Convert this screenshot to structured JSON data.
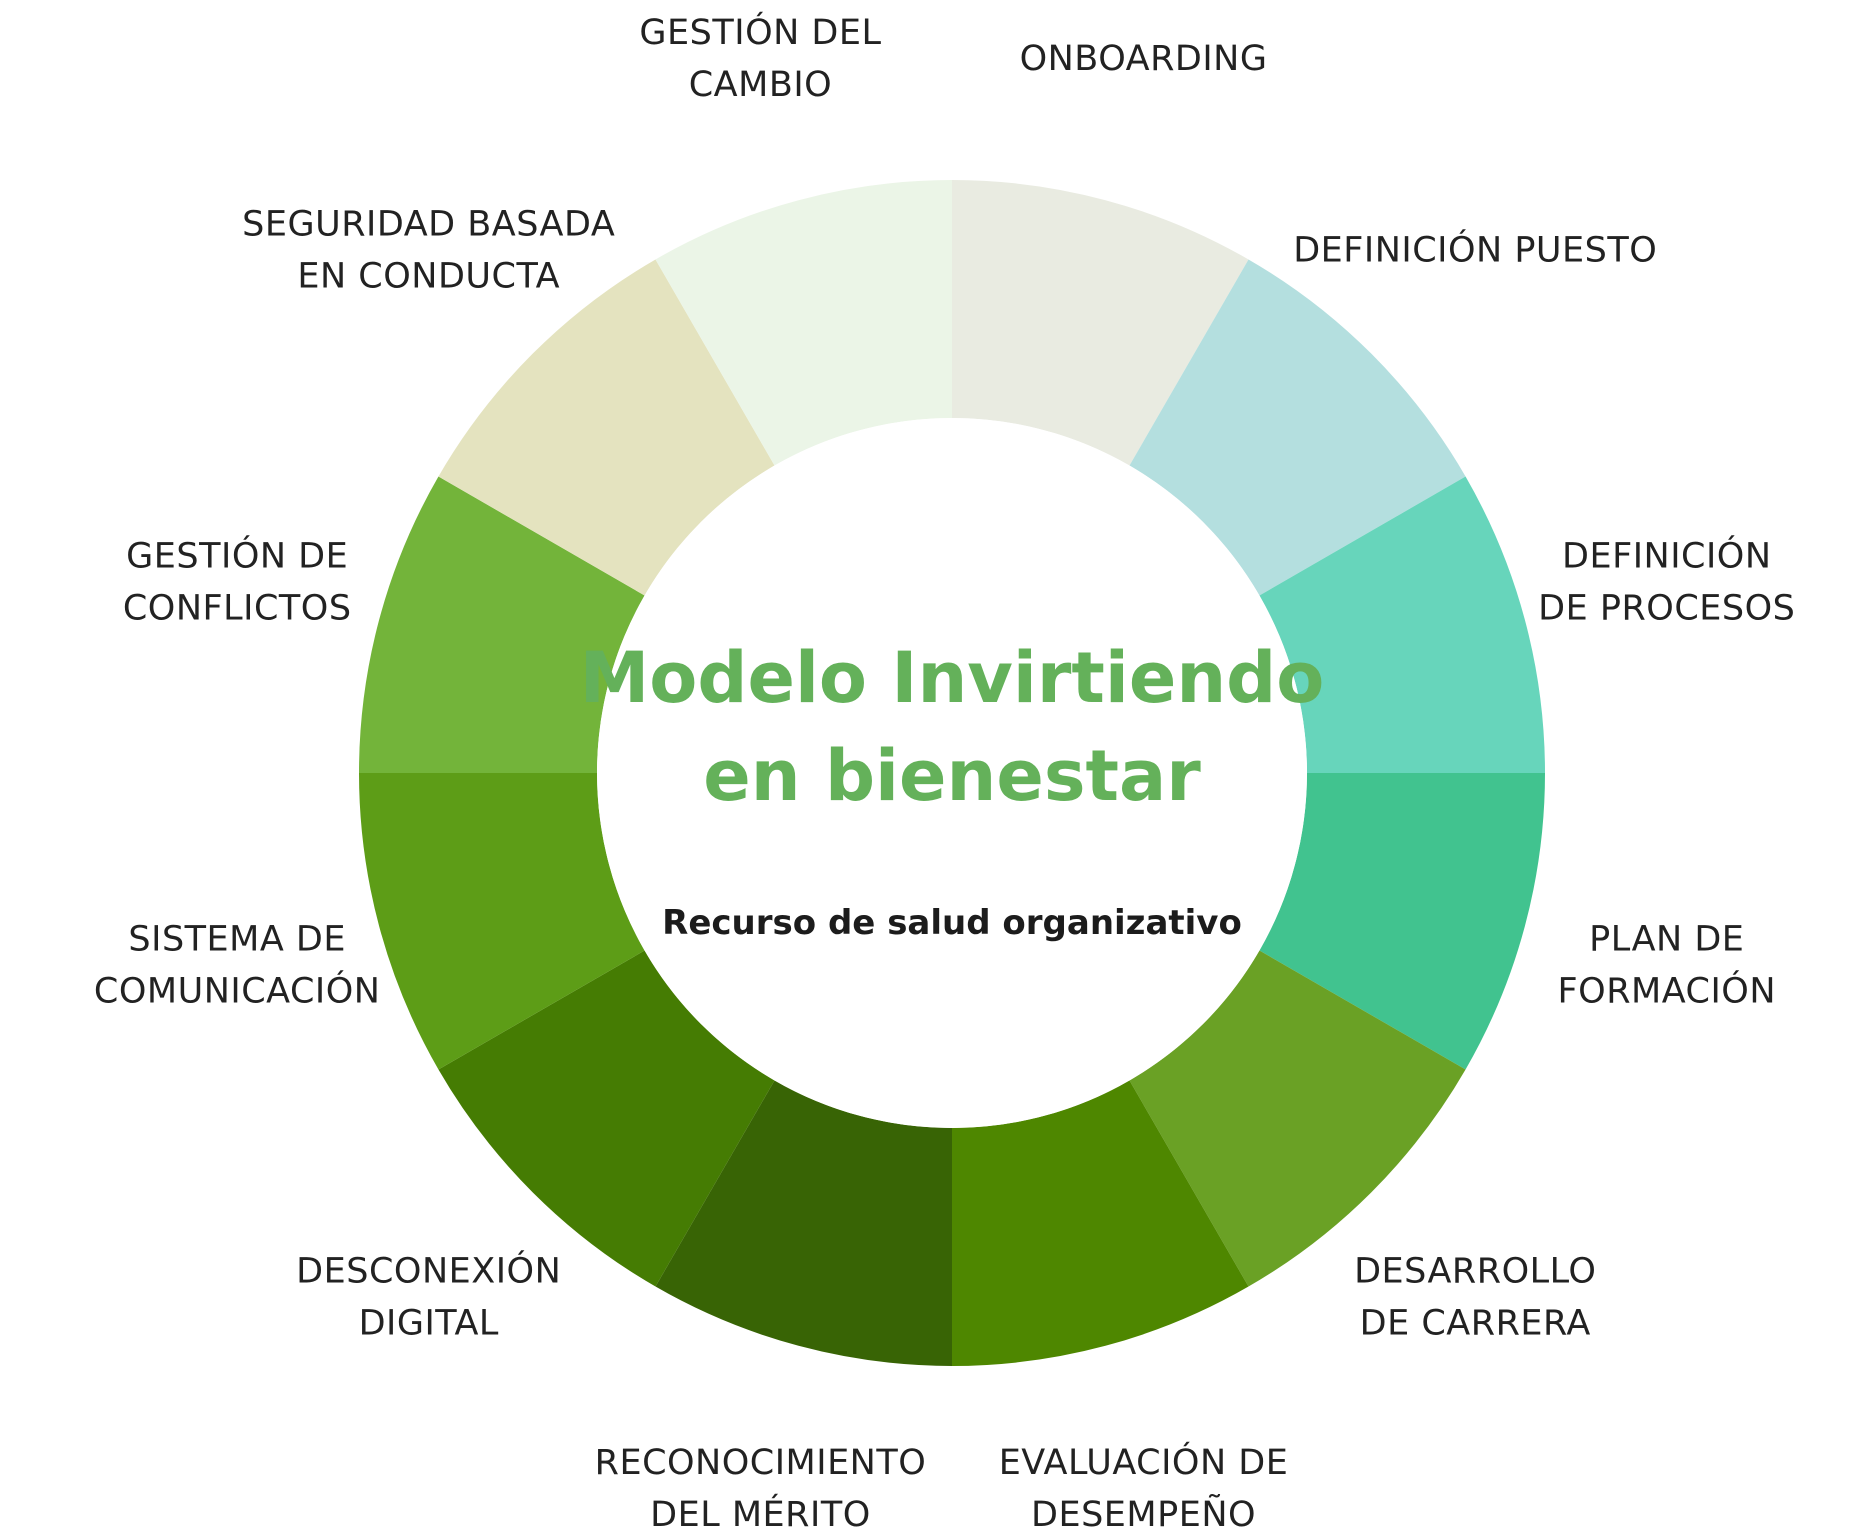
{
  "diagram": {
    "title_lines": [
      "Modelo Invirtiendo",
      "en bienestar"
    ],
    "subtitle": "Recurso de salud organizativo",
    "title_color": "#64b15a",
    "segments": [
      {
        "label_lines": [
          "ONBOARDING"
        ],
        "color": "#e9ebe1"
      },
      {
        "label_lines": [
          "DEFINICIÓN PUESTO"
        ],
        "color": "#b4dfdf"
      },
      {
        "label_lines": [
          "DEFINICIÓN",
          "DE PROCESOS"
        ],
        "color": "#67d5bb"
      },
      {
        "label_lines": [
          "PLAN DE",
          "FORMACIÓN"
        ],
        "color": "#41c38f"
      },
      {
        "label_lines": [
          "DESARROLLO",
          "DE CARRERA"
        ],
        "color": "#6aa125"
      },
      {
        "label_lines": [
          "EVALUACIÓN DE",
          "DESEMPEÑO"
        ],
        "color": "#4e8700"
      },
      {
        "label_lines": [
          "RECONOCIMIENTO",
          "DEL MÉRITO"
        ],
        "color": "#386405"
      },
      {
        "label_lines": [
          "DESCONEXIÓN",
          "DIGITAL"
        ],
        "color": "#457c03"
      },
      {
        "label_lines": [
          "SISTEMA DE",
          "COMUNICACIÓN"
        ],
        "color": "#5d9d17"
      },
      {
        "label_lines": [
          "GESTIÓN DE",
          "CONFLICTOS"
        ],
        "color": "#73b43a"
      },
      {
        "label_lines": [
          "SEGURIDAD BASADA",
          "EN CONDUCTA"
        ],
        "color": "#e4e3bf"
      },
      {
        "label_lines": [
          "GESTIÓN DEL",
          "CAMBIO"
        ],
        "color": "#ebf5e7"
      }
    ]
  }
}
